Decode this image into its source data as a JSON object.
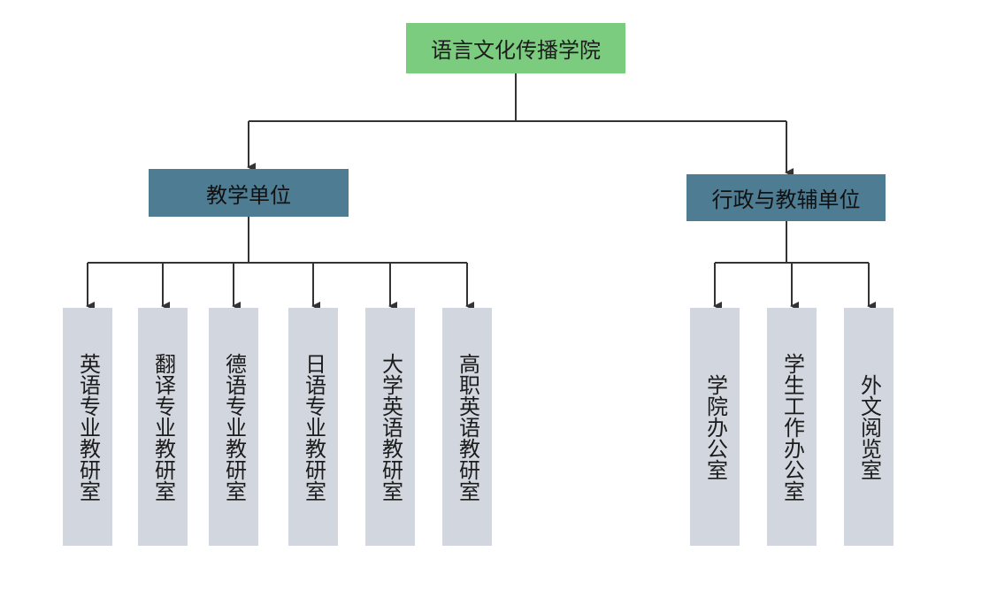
{
  "root": {
    "label": "语言文化传播学院"
  },
  "branches": [
    {
      "label": "教学单位",
      "children": [
        "英语专业教研室",
        "翻译专业教研室",
        "德语专业教研室",
        "日语专业教研室",
        "大学英语教研室",
        "高职英语教研室"
      ]
    },
    {
      "label": "行政与教辅单位",
      "children": [
        "学院办公室",
        "学生工作办公室",
        "外文阅览室"
      ]
    }
  ],
  "colors": {
    "root": "#7ccc80",
    "branch": "#4e7d93",
    "leaf": "#d2d6de",
    "connector": "#333333"
  }
}
